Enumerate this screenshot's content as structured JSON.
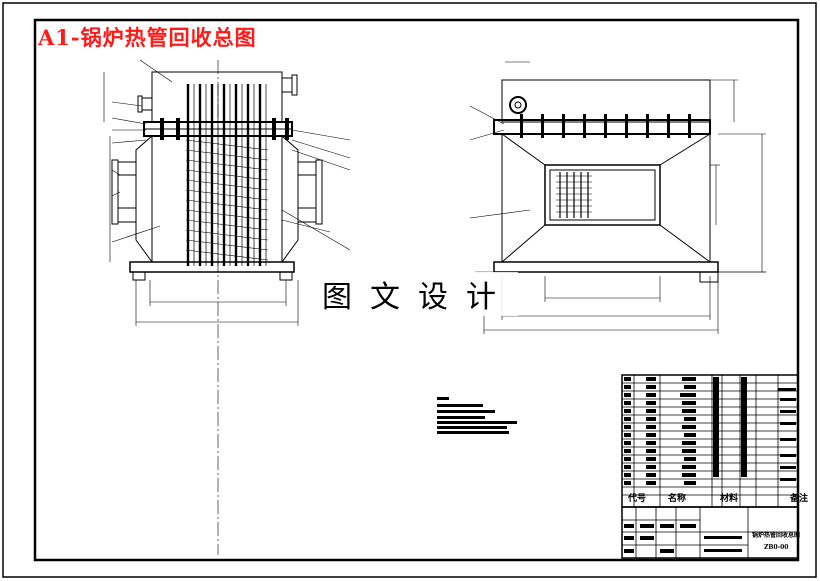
{
  "drawing": {
    "title": "A1-锅炉热管回收总图",
    "watermark": "图文设计"
  },
  "title_block": {
    "headers": [
      "代号",
      "名称",
      "材料",
      "备注"
    ],
    "drawing_name": "锅炉热管回收总图",
    "drawing_code": "ZB0-00"
  },
  "colors": {
    "line": "#000000",
    "title": "#ff1a1a",
    "paper": "#ffffff"
  }
}
